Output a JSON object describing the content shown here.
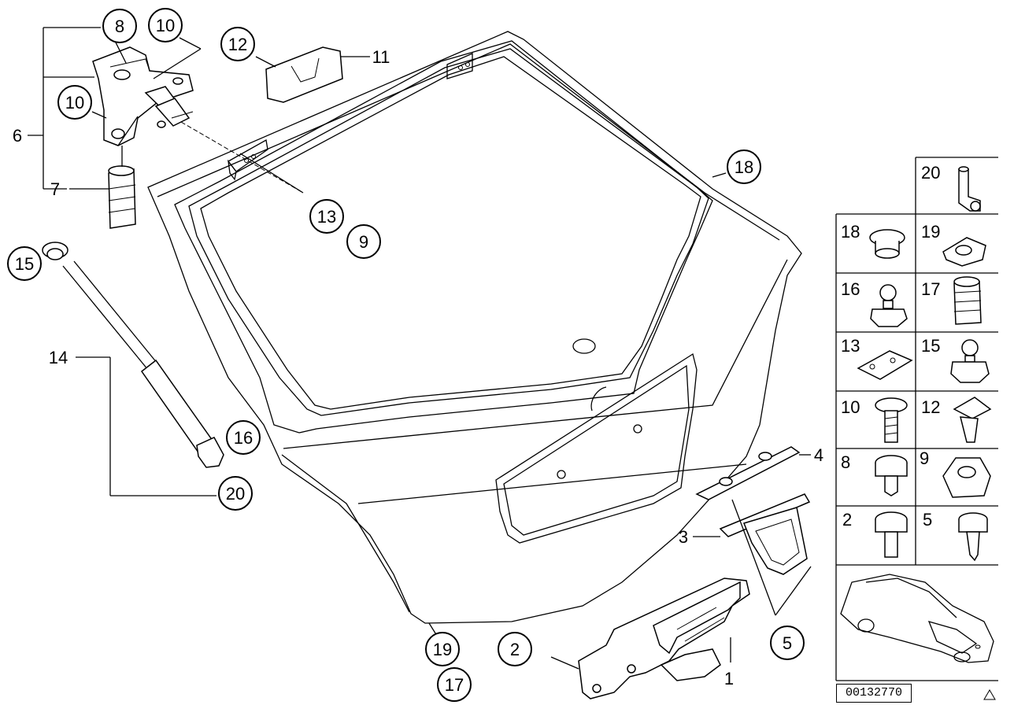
{
  "callouts": {
    "c8": "8",
    "c10a": "10",
    "c10b": "10",
    "c12": "12",
    "c13": "13",
    "c9": "9",
    "c15": "15",
    "c16": "16",
    "c20": "20",
    "c18": "18",
    "c2": "2",
    "c19": "19",
    "c17": "17",
    "c5": "5"
  },
  "labels": {
    "l6": "6",
    "l7": "7",
    "l11": "11",
    "l14": "14",
    "l4": "4",
    "l3": "3",
    "l1": "1"
  },
  "inventory": {
    "cells": [
      "20",
      "18",
      "19",
      "16",
      "17",
      "13",
      "15",
      "10",
      "12",
      "8",
      "9",
      "2",
      "5"
    ]
  },
  "document_id": "00132770"
}
